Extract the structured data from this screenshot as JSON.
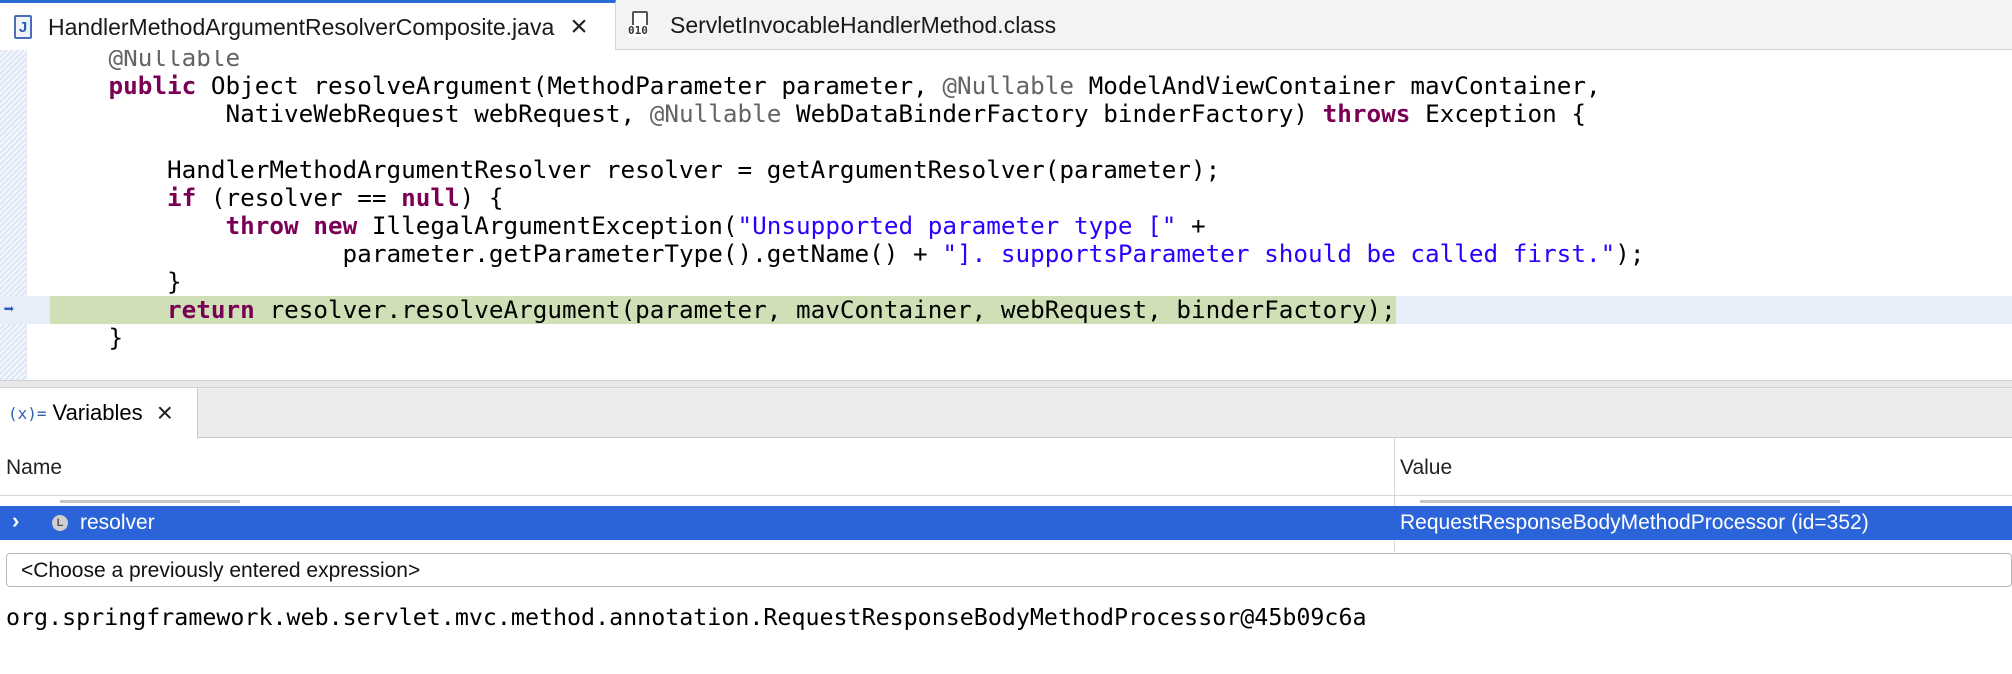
{
  "editor_tabs": [
    {
      "label": "HandlerMethodArgumentResolverComposite.java",
      "icon": "java-file-icon",
      "active": true
    },
    {
      "label": "ServletInvocableHandlerMethod.class",
      "icon": "class-file-icon",
      "active": false
    }
  ],
  "code": {
    "current_line": 9,
    "lines": [
      [
        {
          "t": "    "
        },
        {
          "t": "@Nullable",
          "c": "ann"
        }
      ],
      [
        {
          "t": "    "
        },
        {
          "t": "public",
          "c": "kw"
        },
        {
          "t": " Object resolveArgument(MethodParameter parameter, "
        },
        {
          "t": "@Nullable",
          "c": "ann"
        },
        {
          "t": " ModelAndViewContainer mavContainer,"
        }
      ],
      [
        {
          "t": "            NativeWebRequest webRequest, "
        },
        {
          "t": "@Nullable",
          "c": "ann"
        },
        {
          "t": " WebDataBinderFactory binderFactory) "
        },
        {
          "t": "throws",
          "c": "kw"
        },
        {
          "t": " Exception {"
        }
      ],
      [
        {
          "t": ""
        }
      ],
      [
        {
          "t": "        HandlerMethodArgumentResolver resolver = getArgumentResolver(parameter);"
        }
      ],
      [
        {
          "t": "        "
        },
        {
          "t": "if",
          "c": "kw"
        },
        {
          "t": " (resolver == "
        },
        {
          "t": "null",
          "c": "kw"
        },
        {
          "t": ") {"
        }
      ],
      [
        {
          "t": "            "
        },
        {
          "t": "throw",
          "c": "kw"
        },
        {
          "t": " "
        },
        {
          "t": "new",
          "c": "kw"
        },
        {
          "t": " IllegalArgumentException("
        },
        {
          "t": "\"Unsupported parameter type [\"",
          "c": "str"
        },
        {
          "t": " +"
        }
      ],
      [
        {
          "t": "                    parameter.getParameterType().getName() + "
        },
        {
          "t": "\"]. supportsParameter should be called first.\"",
          "c": "str"
        },
        {
          "t": ");"
        }
      ],
      [
        {
          "t": "        }"
        }
      ],
      [
        {
          "t": "        "
        },
        {
          "t": "return",
          "c": "kw"
        },
        {
          "t": " resolver.resolveArgument(parameter, mavContainer, webRequest, binderFactory);"
        }
      ],
      [
        {
          "t": "    }"
        }
      ]
    ]
  },
  "variables_view": {
    "tab_label": "Variables",
    "tab_icon_text": "(x)=",
    "columns": {
      "name": "Name",
      "value": "Value"
    },
    "selected_row": {
      "name": "resolver",
      "value": "RequestResponseBodyMethodProcessor  (id=352)",
      "icon_text": "L"
    },
    "expression_placeholder": "<Choose a previously entered expression>",
    "detail_output": "org.springframework.web.servlet.mvc.method.annotation.RequestResponseBodyMethodProcessor@45b09c6a"
  },
  "colors": {
    "keyword": "#7a0055",
    "string": "#2a00ff",
    "current_line_highlight": "#cfe0b6",
    "selection": "#2b63d9"
  }
}
